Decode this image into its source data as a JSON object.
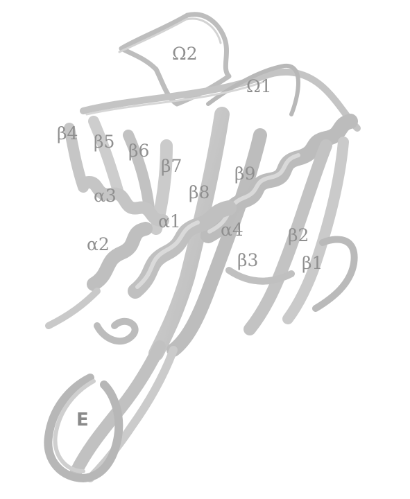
{
  "figure": {
    "background": "#ffffff",
    "ribbon_color": "#c9c9c9",
    "ribbon_shadow": "#a9a9a9",
    "label_color": "#8f8f8f"
  },
  "labels": {
    "omega2": "Ω2",
    "omega1": "Ω1",
    "beta4": "β4",
    "beta5": "β5",
    "beta6": "β6",
    "beta7": "β7",
    "beta8": "β8",
    "beta9": "β9",
    "alpha3": "α3",
    "alpha1": "α1",
    "alpha4": "α4",
    "alpha2": "α2",
    "beta2": "β2",
    "beta3": "β3",
    "beta1": "β1",
    "e": "E"
  }
}
